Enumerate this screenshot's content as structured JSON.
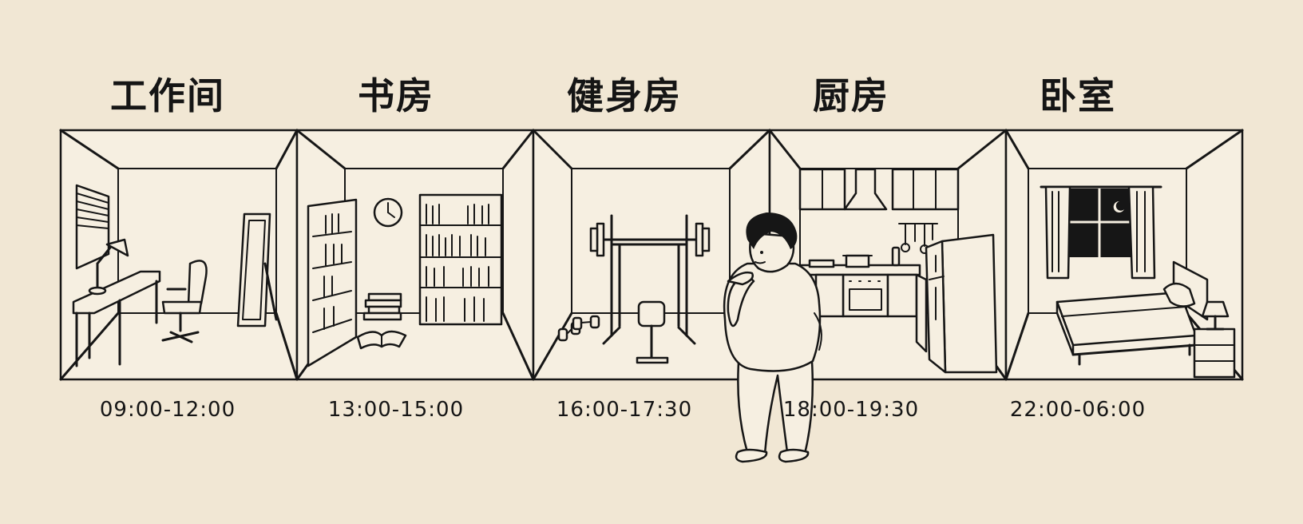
{
  "colors": {
    "paper": "#f1e7d4",
    "ink": "#161616",
    "room_fill": "#f6efe1"
  },
  "rooms": [
    {
      "title": "工作间",
      "time": "09:00-12:00"
    },
    {
      "title": "书房",
      "time": "13:00-15:00"
    },
    {
      "title": "健身房",
      "time": "16:00-17:30"
    },
    {
      "title": "厨房",
      "time": "18:00-19:30"
    },
    {
      "title": "卧室",
      "time": "22:00-06:00"
    }
  ],
  "icons": [
    "desk-icon",
    "office-chair-icon",
    "mirror-icon",
    "bookshelf-icon",
    "clock-icon",
    "barbell-rack-icon",
    "dumbbell-icon",
    "kitchen-cabinets-icon",
    "fridge-icon",
    "bed-icon",
    "moon-icon",
    "person-figure"
  ]
}
